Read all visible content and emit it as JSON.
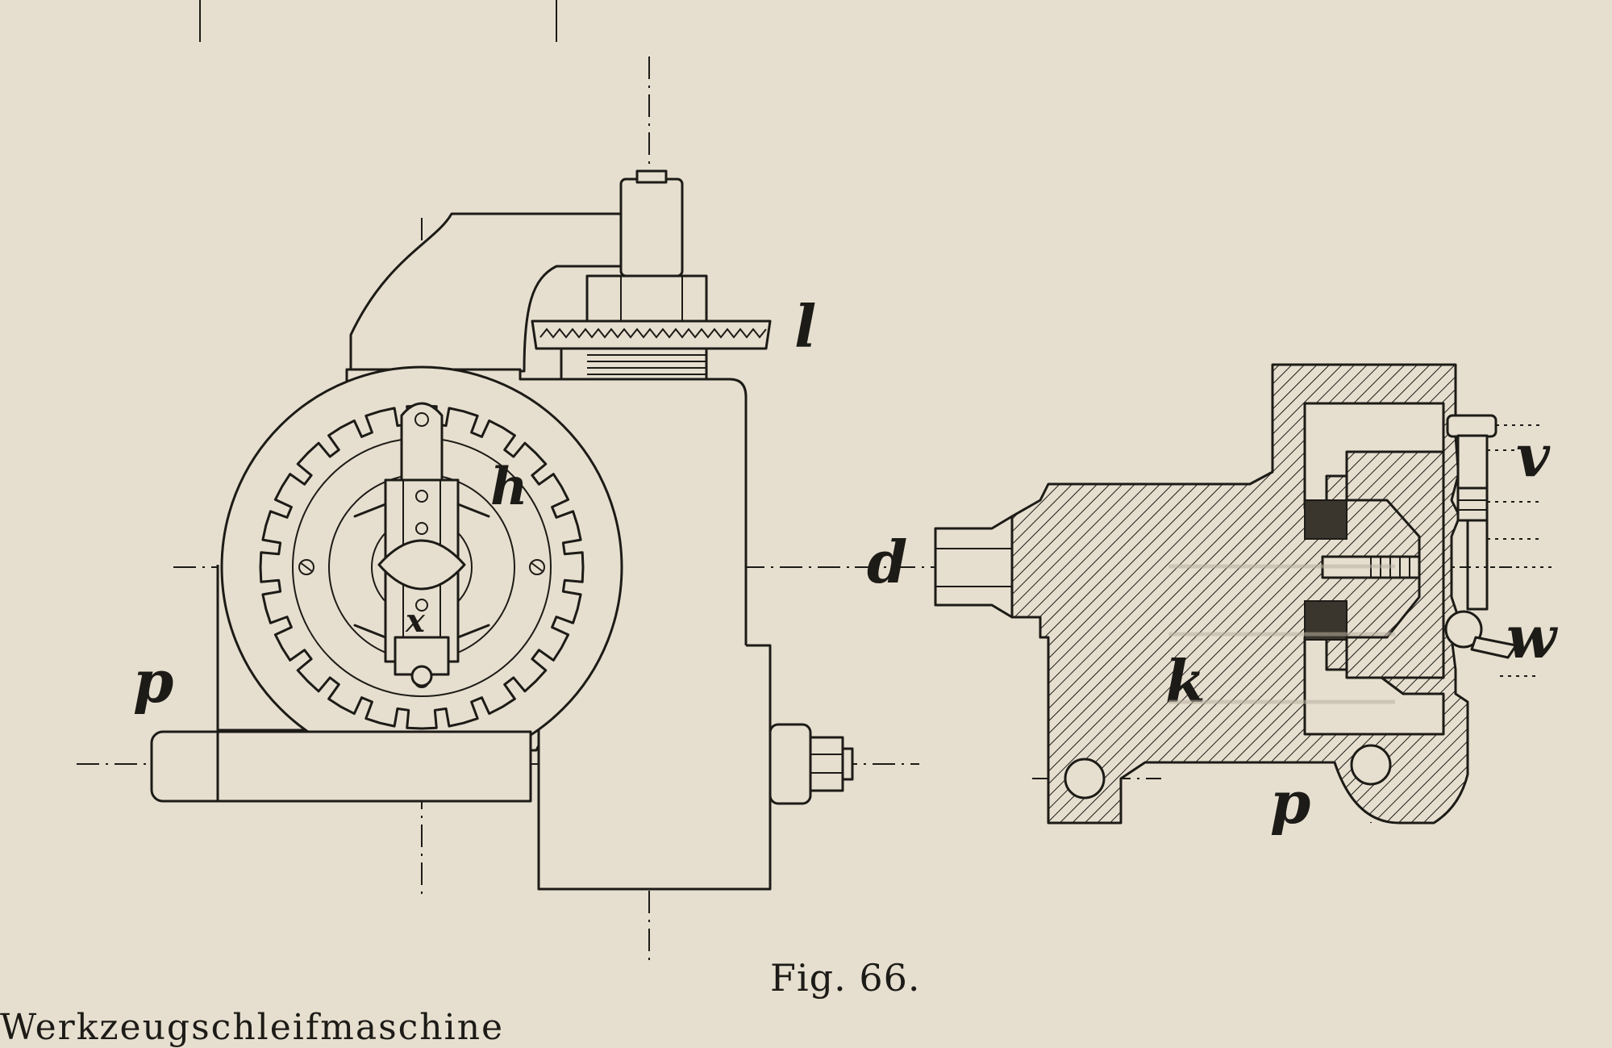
{
  "figure": {
    "caption": "Fig. 66.",
    "footer_text": "Werkzeugschleifmaschine"
  },
  "labels": {
    "l": "l",
    "h": "h",
    "x": "x",
    "p_left": "p",
    "d": "d",
    "k": "k",
    "p_right": "p",
    "v": "v",
    "w": "w"
  },
  "colors": {
    "paper": "#e6dfcf",
    "ink": "#1d1b17"
  }
}
